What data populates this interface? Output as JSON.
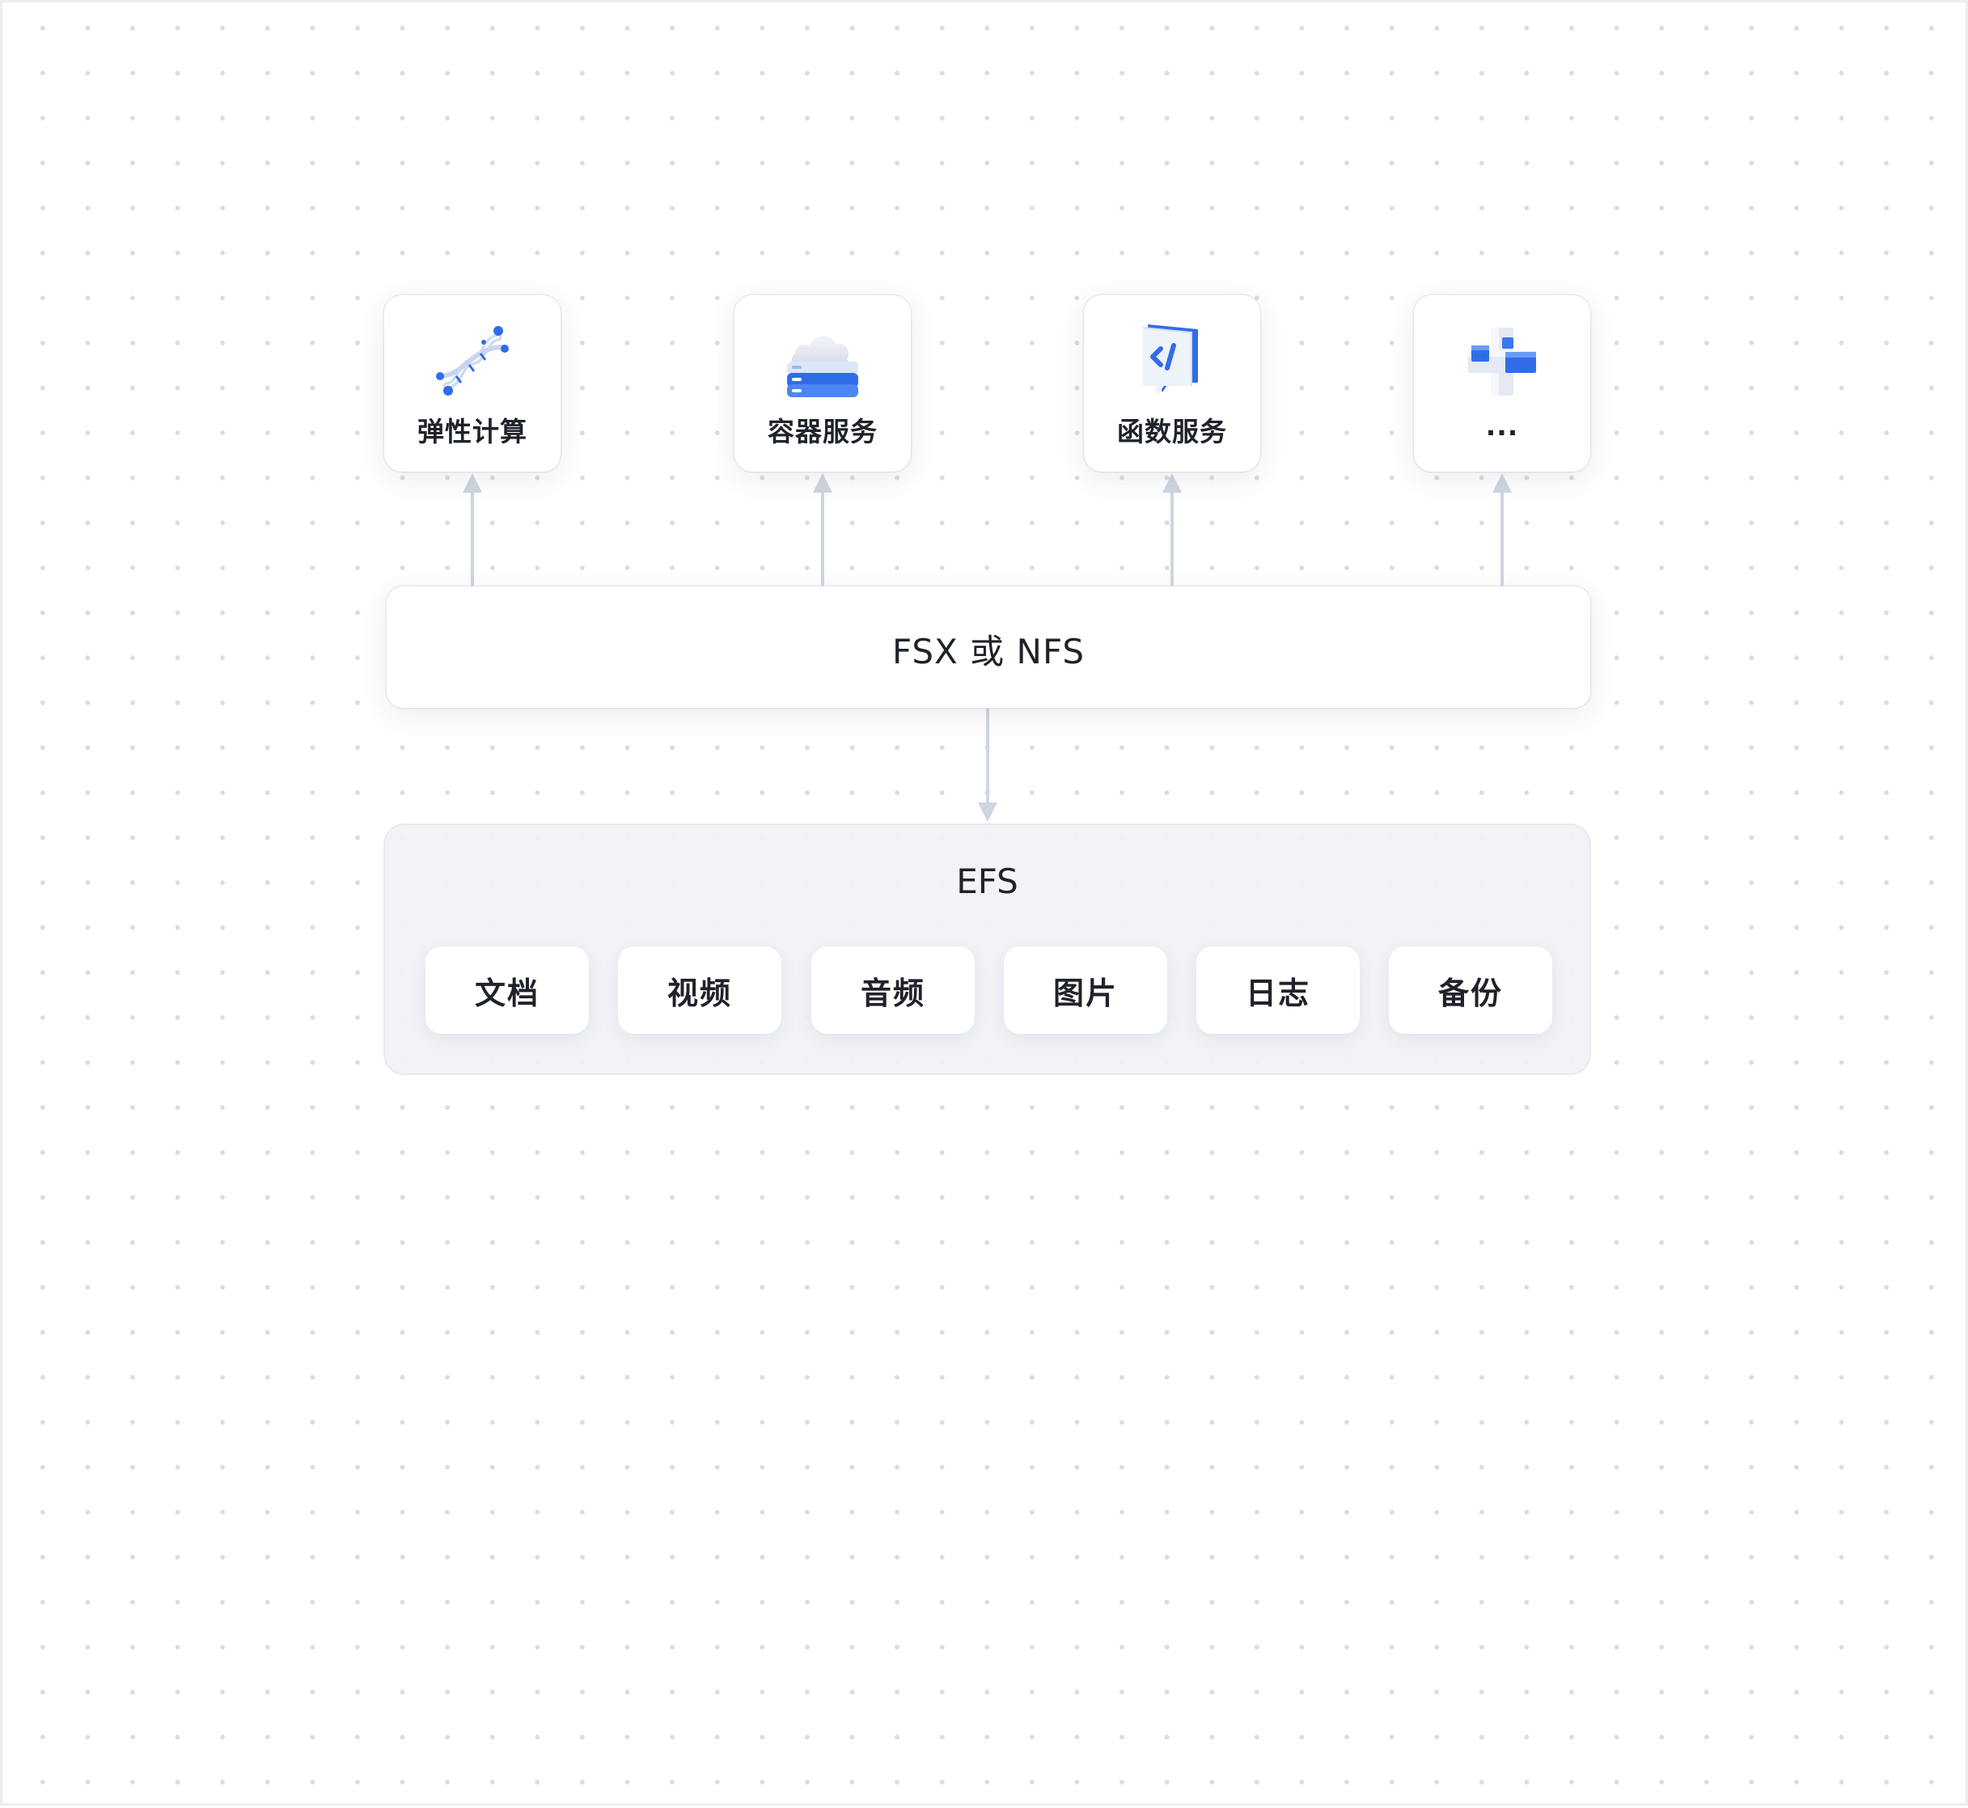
{
  "services": [
    {
      "label": "弹性计算",
      "icon": "dna-helix-icon"
    },
    {
      "label": "容器服务",
      "icon": "cloud-server-icon"
    },
    {
      "label": "函数服务",
      "icon": "code-function-icon"
    },
    {
      "label": "...",
      "icon": "plus-cubes-icon"
    }
  ],
  "fsx": {
    "label": "FSX 或 NFS"
  },
  "efs": {
    "label": "EFS",
    "items": [
      "文档",
      "视频",
      "音频",
      "图片",
      "日志",
      "备份"
    ]
  },
  "colors": {
    "accent_blue": "#2f6de8",
    "connector": "#cfd6e2",
    "text": "#1f2329"
  }
}
